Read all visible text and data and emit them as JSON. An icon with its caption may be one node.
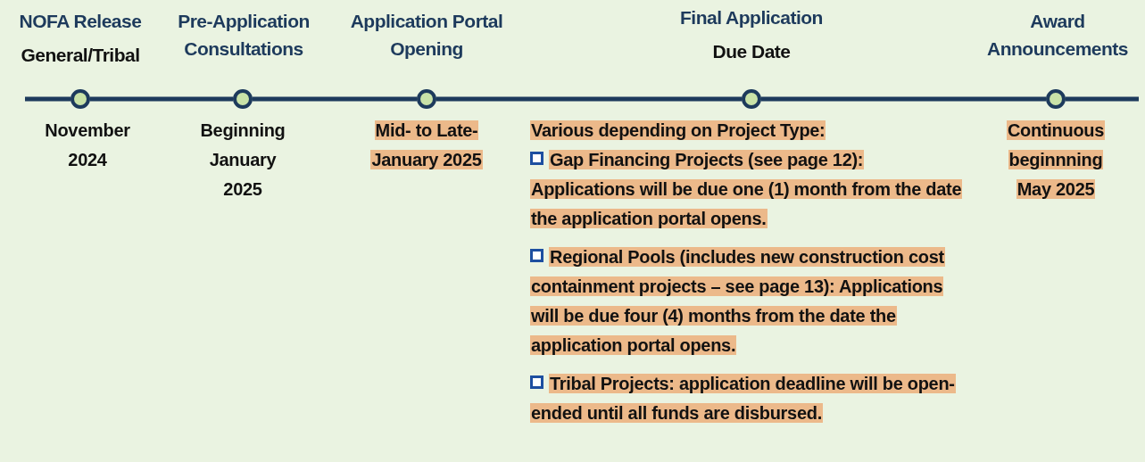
{
  "diagram": {
    "nodes": [
      {
        "text": [],
        "shape": "circle",
        "beside": [
          "November 2024"
        ]
      },
      {
        "text": [],
        "shape": "circle",
        "beside": [
          "Beginning January 2025"
        ]
      },
      {
        "text": [],
        "shape": "circle",
        "beside": [
          "Mid- to Late-January 2025"
        ]
      },
      {
        "text": [],
        "shape": "circle",
        "beside": [
          "Various depending on Project Type:",
          "Gap Financing Projects (see page 12): Applications will be due one (1) month from the date the application portal opens.",
          "Regional Pools (includes new construction cost containment projects – see page 13): Applications will be due four (4) months from the date the application portal opens.",
          "Tribal Projects: application deadline will be open-ended until all funds are disbursed."
        ]
      },
      {
        "text": [],
        "shape": "circle",
        "beside": [
          "Continuous beginnning May 2025"
        ]
      }
    ],
    "edges": [
      {
        "from": null,
        "to": 0,
        "arrow": "none"
      },
      {
        "from": 0,
        "to": 1,
        "arrow": "none"
      },
      {
        "from": 1,
        "to": 2,
        "arrow": "none"
      },
      {
        "from": 2,
        "to": 3,
        "arrow": "none"
      },
      {
        "from": 3,
        "to": 4,
        "arrow": "none"
      },
      {
        "from": 4,
        "to": null,
        "arrow": "none"
      }
    ],
    "labels": [
      "NOFA Release",
      "General/Tribal",
      "Pre-Application Consultations",
      "Application Portal Opening",
      "Final Application",
      "Due Date",
      "Award Announcements"
    ]
  }
}
